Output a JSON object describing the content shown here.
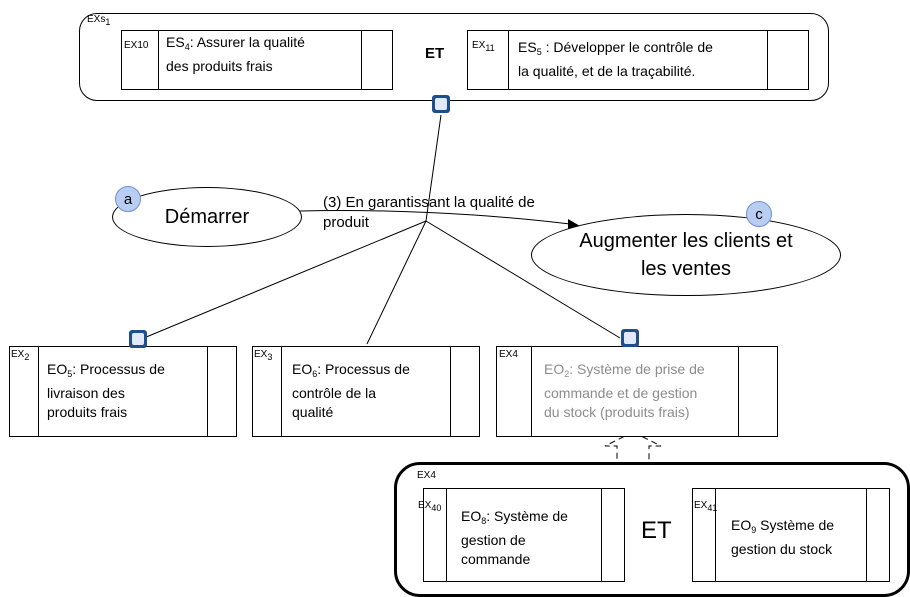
{
  "top_group": {
    "tag": "EXs",
    "tag_sub": "1",
    "connector": "ET",
    "left_box": {
      "tag": "EX10",
      "label_pre": "ES",
      "label_sub": "4",
      "label_line1": ": Assurer la qualité",
      "label_line2": "des produits frais"
    },
    "right_box": {
      "tag": "EX",
      "tag_sub": "11",
      "label_pre": "ES",
      "label_sub": "5",
      "label_line1": " : Développer le contrôle de",
      "label_line2": "la qualité,  et de la traçabilité."
    }
  },
  "nodes": {
    "start": {
      "marker": "a",
      "label": "Démarrer"
    },
    "goal": {
      "marker": "c",
      "label_line1": "Augmenter les clients et",
      "label_line2": "les ventes"
    }
  },
  "edge_label": {
    "line1": "(3) En garantissant la qualité de",
    "line2": "produit"
  },
  "operations": [
    {
      "tag": "EX",
      "tag_sub": "2",
      "label_pre": "EO",
      "label_sub": "5",
      "label_line1": ": Processus de",
      "label_line2": "livraison des",
      "label_line3": "produits frais"
    },
    {
      "tag": "EX",
      "tag_sub": "3",
      "label_pre": "EO",
      "label_sub": "6",
      "label_line1": ": Processus de",
      "label_line2": "contrôle de la",
      "label_line3": "qualité"
    },
    {
      "tag": "EX4",
      "label_pre": "EO",
      "label_sub": "2",
      "label_line1": ": Système de prise de",
      "label_line2": "commande et de gestion",
      "label_line3": "du stock (produits frais)"
    }
  ],
  "bottom_group": {
    "tag": "EX4",
    "connector": "ET",
    "left_box": {
      "tag": "EX",
      "tag_sub": "40",
      "label_pre": "EO",
      "label_sub": "8",
      "label_line1": ": Système de",
      "label_line2": "gestion de",
      "label_line3": "commande"
    },
    "right_box": {
      "tag": "EX",
      "tag_sub": "41",
      "label_pre": "EO",
      "label_sub": "9",
      "label_line1": " Système de",
      "label_line2": "gestion du stock"
    }
  },
  "colors": {
    "marker_fill": "#b9cdf3",
    "icon": "#1f4e8c",
    "muted_text": "#8c8c8c"
  }
}
